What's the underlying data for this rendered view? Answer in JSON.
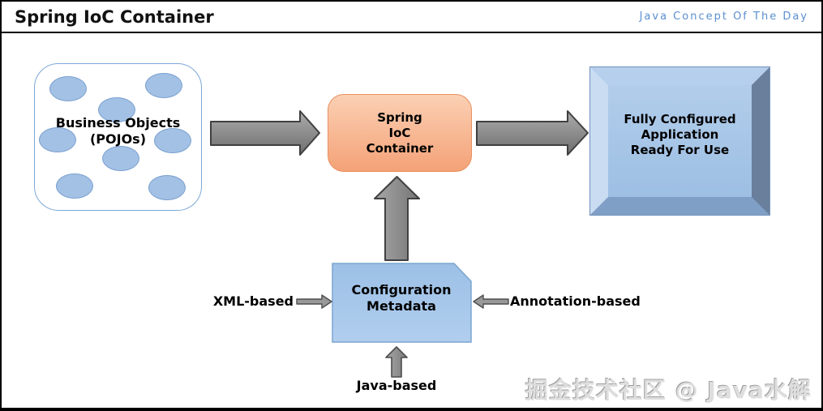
{
  "header": {
    "title": "Spring IoC Container",
    "brand": "Java Concept Of The Day"
  },
  "diagram": {
    "pojo_box": {
      "lines": [
        "Business Objects",
        "(POJOs)"
      ],
      "ellipse_count": 8,
      "ellipse_fill": "#a3c1e5",
      "ellipse_border": "#7aa0cf",
      "box_border": "#7da7d8"
    },
    "spring_box": {
      "lines": [
        "Spring",
        "IoC",
        "Container"
      ],
      "fill_top": "#fbd0b4",
      "fill_bottom": "#f4a277",
      "border": "#e8905f"
    },
    "app_box": {
      "lines": [
        "Fully Configured",
        "Application",
        "Ready For Use"
      ],
      "face": "#a9c6e7",
      "bevel_light": "#c9dcf2",
      "bevel_dark": "#6a7f9c"
    },
    "config_box": {
      "lines": [
        "Configuration",
        "Metadata"
      ],
      "fill": "#a9c8ea",
      "border": "#7aa5cf"
    },
    "labels": {
      "xml": "XML-based",
      "annotation": "Annotation-based",
      "java": "Java-based"
    },
    "arrow_fill": "#8f8f8f",
    "arrow_border": "#404040"
  },
  "watermark": "掘金技术社区 @ Java水解"
}
